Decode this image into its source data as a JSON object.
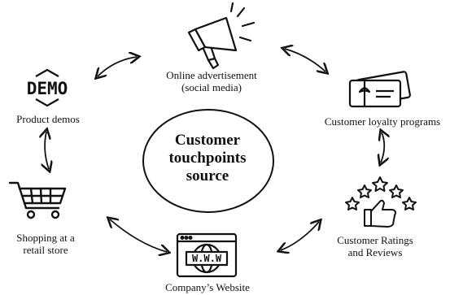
{
  "diagram": {
    "center": {
      "line1": "Customer",
      "line2": "touchpoints",
      "line3": "source"
    },
    "nodes": {
      "online_ad": {
        "line1": "Online advertisement",
        "line2": "(social media)",
        "icon": "megaphone-icon"
      },
      "loyalty": {
        "line1": "Customer loyalty programs",
        "icon": "gift-card-icon"
      },
      "ratings": {
        "line1": "Customer Ratings",
        "line2": "and Reviews",
        "icon": "stars-thumbs-up-icon"
      },
      "website": {
        "line1": "Company’s Website",
        "icon": "website-icon"
      },
      "shopping": {
        "line1": "Shopping at a",
        "line2": "retail store",
        "icon": "shopping-cart-icon"
      },
      "demos": {
        "line1": "Product demos",
        "icon": "demo-badge-icon"
      }
    },
    "icon_text": {
      "demo": "DEMO",
      "www": "W.W.W"
    },
    "colors": {
      "ink": "#111111",
      "background": "#ffffff"
    }
  }
}
